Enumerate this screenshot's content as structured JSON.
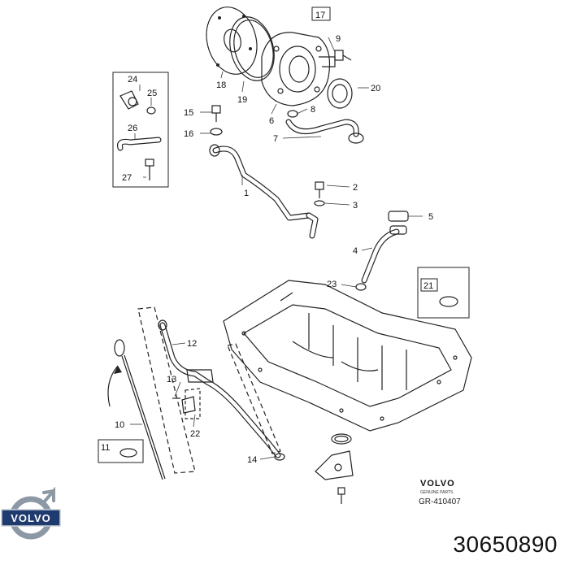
{
  "diagram": {
    "callouts": {
      "c1": "1",
      "c2": "2",
      "c3": "3",
      "c4": "4",
      "c5": "5",
      "c6": "6",
      "c7": "7",
      "c8": "8",
      "c9": "9",
      "c10": "10",
      "c11": "11",
      "c12": "12",
      "c13": "13",
      "c14": "14",
      "c15": "15",
      "c16": "16",
      "c17": "17",
      "c18": "18",
      "c19": "19",
      "c20": "20",
      "c21": "21",
      "c22": "22",
      "c23": "23",
      "c24": "24",
      "c25": "25",
      "c26": "26",
      "c27": "27"
    },
    "stamp": {
      "brand": "VOLVO",
      "tagline": "GENUINE PARTS",
      "ref": "GR-410407"
    }
  },
  "logo": {
    "text": "VOLVO"
  },
  "part_number": "30650890"
}
